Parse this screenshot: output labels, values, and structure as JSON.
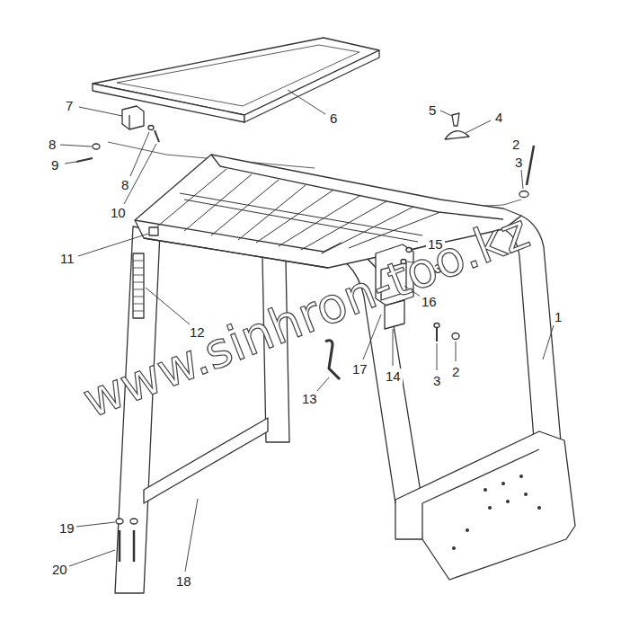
{
  "diagram": {
    "labels": [
      "7",
      "6",
      "5",
      "4",
      "8",
      "2",
      "9",
      "8",
      "3",
      "10",
      "11",
      "15",
      "3",
      "16",
      "12",
      "1",
      "17",
      "14",
      "13",
      "3",
      "2",
      "19",
      "20",
      "18",
      "www.sinhron-too.kz"
    ]
  }
}
